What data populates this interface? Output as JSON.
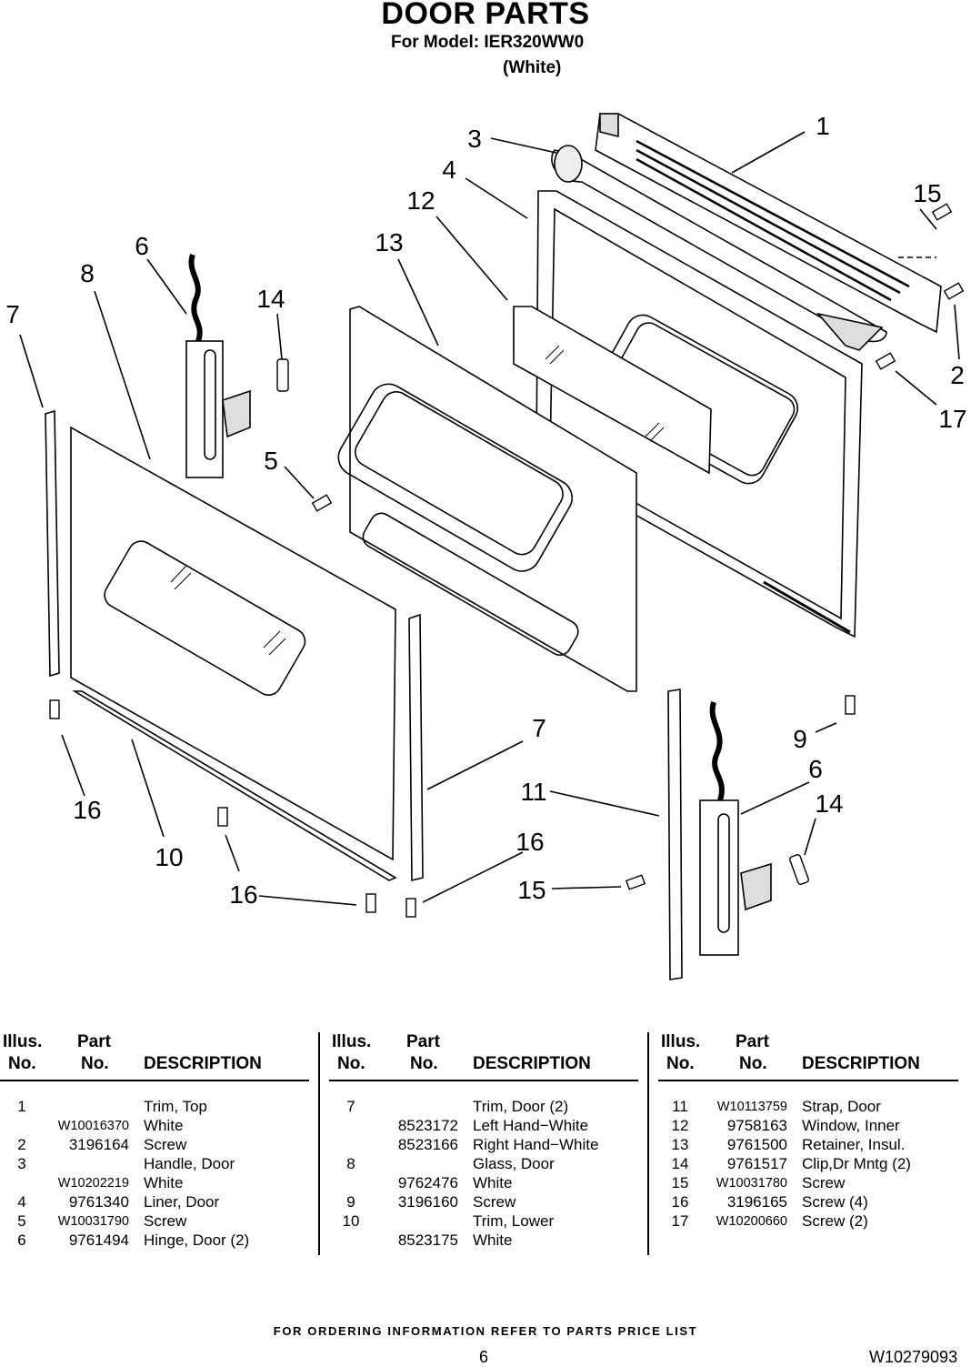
{
  "header": {
    "title": "DOOR PARTS",
    "model_line": "For Model: IER320WW0",
    "color_line": "(White)"
  },
  "callouts": [
    "1",
    "3",
    "4",
    "12",
    "13",
    "6",
    "8",
    "7",
    "14",
    "15",
    "2",
    "17",
    "5",
    "9",
    "6",
    "14",
    "11",
    "7",
    "16",
    "10",
    "16",
    "16",
    "15"
  ],
  "table": {
    "headers": {
      "illus_line1": "Illus.",
      "illus_line2": "No.",
      "part_line1": "Part",
      "part_line2": "No.",
      "description": "DESCRIPTION"
    },
    "columns": [
      [
        {
          "illus": "1",
          "part": "",
          "desc": "Trim, Top"
        },
        {
          "illus": "",
          "part": "W10016370",
          "desc": "White"
        },
        {
          "illus": "2",
          "part": "3196164",
          "desc": "Screw"
        },
        {
          "illus": "3",
          "part": "",
          "desc": "Handle, Door"
        },
        {
          "illus": "",
          "part": "W10202219",
          "desc": "White"
        },
        {
          "illus": "4",
          "part": "9761340",
          "desc": "Liner, Door"
        },
        {
          "illus": "5",
          "part": "W10031790",
          "desc": "Screw"
        },
        {
          "illus": "6",
          "part": "9761494",
          "desc": "Hinge, Door (2)"
        }
      ],
      [
        {
          "illus": "7",
          "part": "",
          "desc": "Trim, Door (2)"
        },
        {
          "illus": "",
          "part": "8523172",
          "desc": "Left Hand−White"
        },
        {
          "illus": "",
          "part": "8523166",
          "desc": "Right Hand−White"
        },
        {
          "illus": "8",
          "part": "",
          "desc": "Glass, Door"
        },
        {
          "illus": "",
          "part": "9762476",
          "desc": "White"
        },
        {
          "illus": "9",
          "part": "3196160",
          "desc": "Screw"
        },
        {
          "illus": "10",
          "part": "",
          "desc": "Trim, Lower"
        },
        {
          "illus": "",
          "part": "8523175",
          "desc": "White"
        }
      ],
      [
        {
          "illus": "11",
          "part": "W10113759",
          "desc": "Strap, Door"
        },
        {
          "illus": "12",
          "part": "9758163",
          "desc": "Window, Inner"
        },
        {
          "illus": "13",
          "part": "9761500",
          "desc": "Retainer, Insul."
        },
        {
          "illus": "14",
          "part": "9761517",
          "desc": "Clip,Dr Mntg (2)"
        },
        {
          "illus": "15",
          "part": "W10031780",
          "desc": "Screw"
        },
        {
          "illus": "16",
          "part": "3196165",
          "desc": "Screw (4)"
        },
        {
          "illus": "17",
          "part": "W10200660",
          "desc": "Screw (2)"
        }
      ]
    ]
  },
  "footer": {
    "ordering_note": "FOR ORDERING INFORMATION REFER TO PARTS PRICE LIST",
    "page_number": "6",
    "document_number": "W10279093"
  }
}
